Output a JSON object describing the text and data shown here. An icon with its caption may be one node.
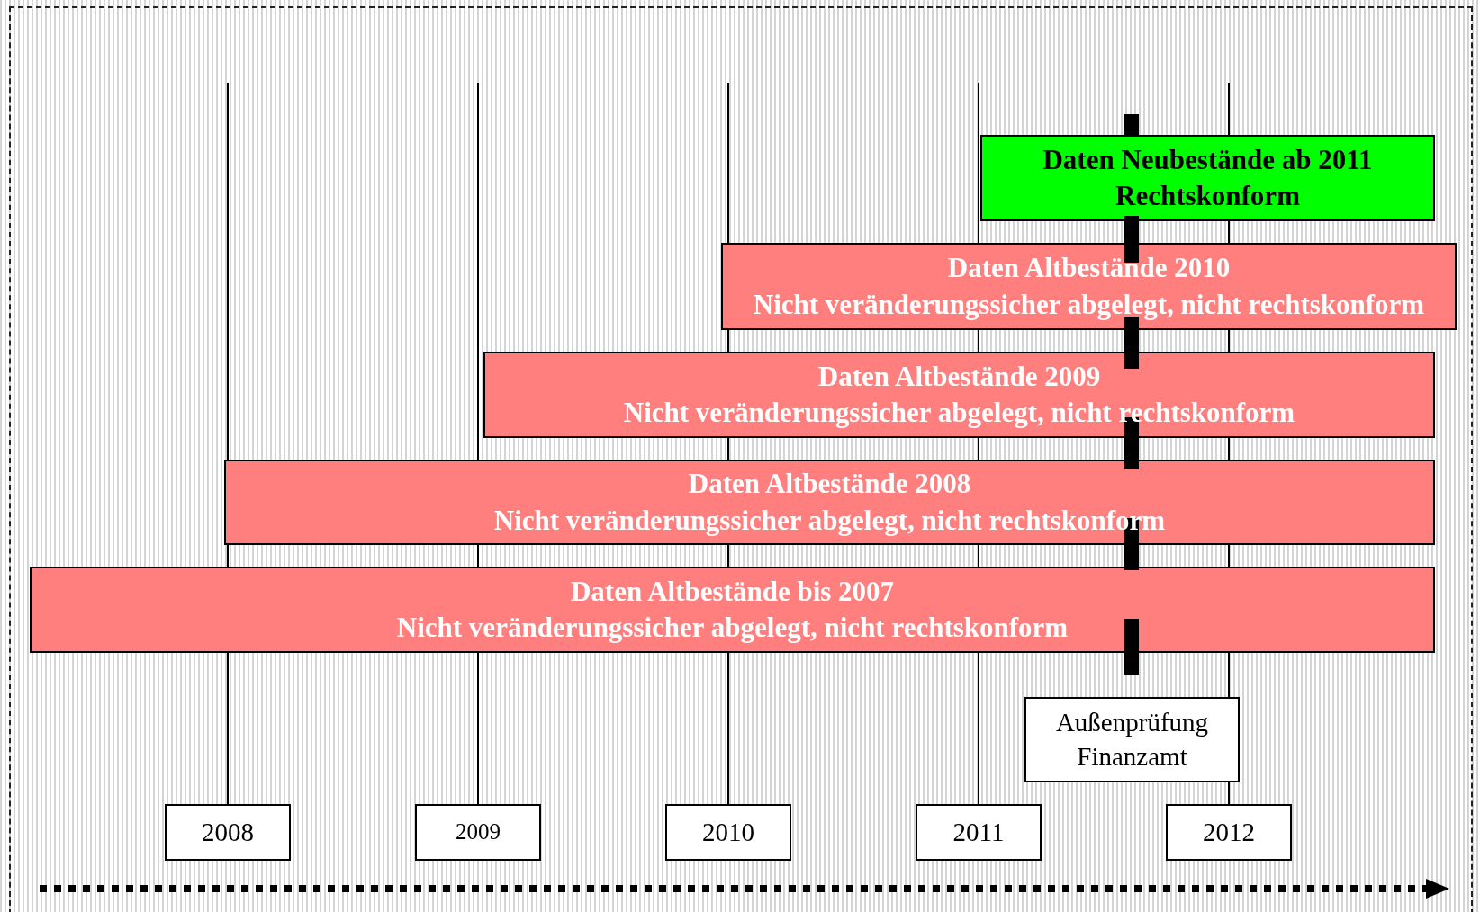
{
  "diagram": {
    "nodes": [
      {
        "text": [
          "Daten Neubestände ab 2011",
          "Rechtskonform"
        ]
      },
      {
        "text": [
          "Daten Altbestände 2010",
          "Nicht veränderungssicher abgelegt, nicht rechtskonform"
        ]
      },
      {
        "text": [
          "Daten Altbestände 2009",
          "Nicht veränderungssicher abgelegt, nicht rechtskonform"
        ]
      },
      {
        "text": [
          "Daten Altbestände 2008",
          "Nicht veränderungssicher abgelegt, nicht rechtskonform"
        ]
      },
      {
        "text": [
          "Daten Altbestände bis 2007",
          "Nicht veränderungssicher abgelegt, nicht rechtskonform"
        ]
      },
      {
        "text": [
          "Außenprüfung Finanzamt"
        ]
      },
      {
        "text": [
          "2008"
        ]
      },
      {
        "text": [
          "2009"
        ]
      },
      {
        "text": [
          "2010"
        ]
      },
      {
        "text": [
          "2011"
        ]
      },
      {
        "text": [
          "2012"
        ]
      }
    ],
    "edges": []
  }
}
